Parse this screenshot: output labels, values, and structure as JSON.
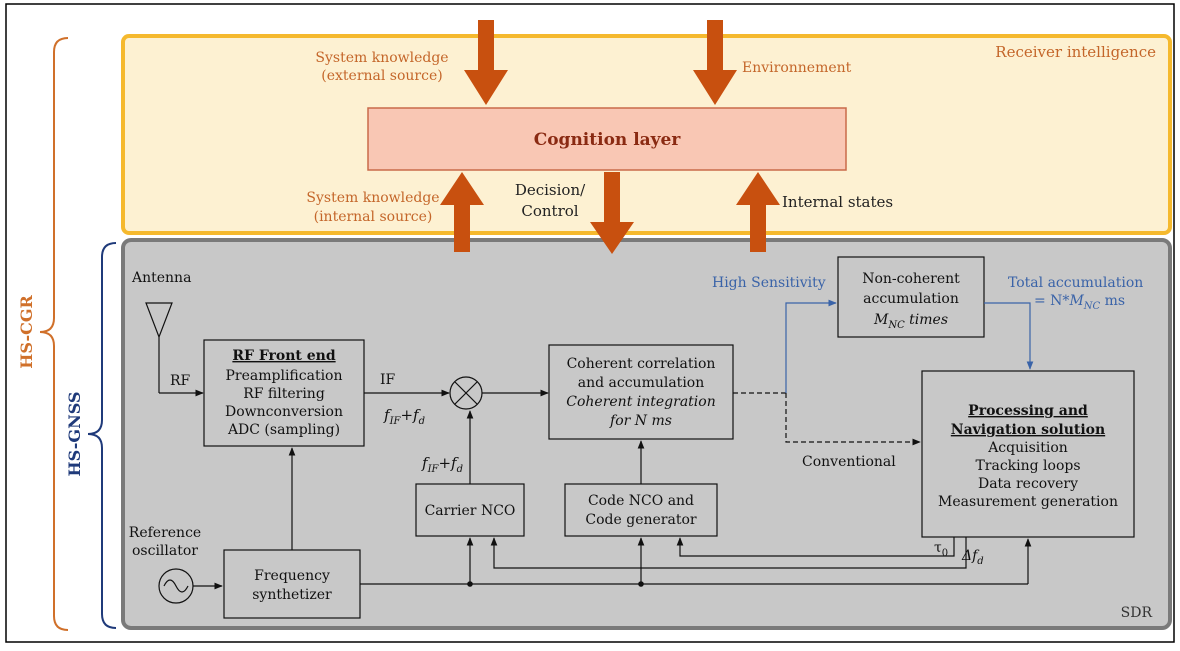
{
  "colors": {
    "outer_frame": "#000000",
    "intelligence_fill": "#fdf1d2",
    "intelligence_border": "#f5b92e",
    "cognition_fill": "#f9c7b4",
    "cognition_border": "#c96a4a",
    "sdr_fill": "#c8c8c8",
    "sdr_border": "#7a7a7a",
    "arrow_orange": "#c8500f",
    "text_orange": "#c4662a",
    "text_blue": "#3a63a8",
    "brace_orange": "#d0702a",
    "brace_blue": "#1f3a7a"
  },
  "regions": {
    "receiver_intelligence": "Receiver intelligence",
    "cognition_layer": "Cognition layer",
    "sdr": "SDR",
    "hs_cgr": "HS-CGR",
    "hs_gnss": "HS-GNSS"
  },
  "flows": {
    "sys_knowledge_ext_1": "System knowledge",
    "sys_knowledge_ext_2": "(external source)",
    "environnement": "Environnement",
    "sys_knowledge_int_1": "System knowledge",
    "sys_knowledge_int_2": "(internal source)",
    "decision_1": "Decision/",
    "decision_2": "Control",
    "internal_states": "Internal states"
  },
  "blocks": {
    "antenna": "Antenna",
    "rf": "RF",
    "rf_front_end_title": "RF Front end",
    "rf_front_end_lines": [
      "Preamplification",
      "RF filtering",
      "Downconversion",
      "ADC (sampling)"
    ],
    "if_label": "IF",
    "fif_fd": "f",
    "fif_sub": "IF",
    "plus": "+",
    "fd_main": "f",
    "fd_sub": "d",
    "coherent_lines": [
      "Coherent correlation",
      "and accumulation"
    ],
    "coherent_italic": [
      "Coherent integration",
      "for N ms"
    ],
    "carrier_nco": "Carrier NCO",
    "code_nco_lines": [
      "Code NCO and",
      "Code generator"
    ],
    "reference_oscillator_lines": [
      "Reference",
      "oscillator"
    ],
    "freq_synth_lines": [
      "Frequency",
      "synthetizer"
    ],
    "high_sensitivity": "High Sensitivity",
    "noncoherent_lines": [
      "Non-coherent",
      "accumulation"
    ],
    "noncoherent_italic_main": "M",
    "noncoherent_italic_sub": "NC",
    "noncoherent_italic_tail": " times",
    "total_acc_1": "Total accumulation",
    "total_acc_2_pre": "= N*",
    "total_acc_2_m": "M",
    "total_acc_2_sub": "NC",
    "total_acc_2_tail": " ms",
    "conventional": "Conventional",
    "processing_title_lines": [
      "Processing and",
      "Navigation solution"
    ],
    "processing_lines": [
      "Acquisition",
      "Tracking loops",
      "Data recovery",
      "Measurement generation"
    ],
    "tau0": "τ",
    "tau0_sub": "0",
    "delta_fd": "Δf",
    "delta_fd_sub": "d"
  }
}
